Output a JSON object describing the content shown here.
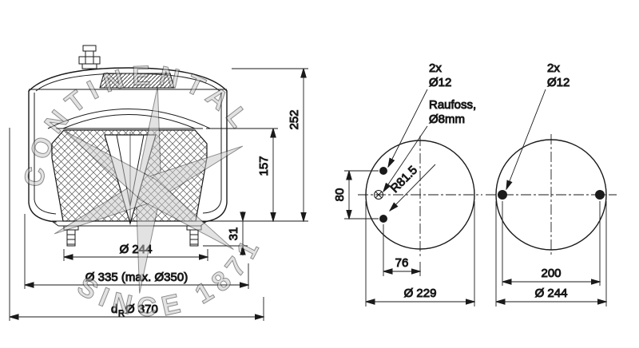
{
  "drawing": {
    "background": "#ffffff",
    "colors": {
      "line": "#1a1a1a",
      "watermark": "#c6c6c6"
    },
    "watermark": {
      "arc_top": "CONTINENTAL",
      "arc_bottom": "SINCE 1871"
    },
    "side_view": {
      "dims": {
        "total_height": "252",
        "piston_height": "157",
        "stud_length": "31",
        "plate_diameter": "Ø 244",
        "max_diameter": "Ø 335 (max. Ø350)",
        "design_diameter": {
          "prefix": "d",
          "subscript": "R",
          "value": "Ø 370"
        }
      }
    },
    "top_view_piston": {
      "labels": {
        "holes": {
          "line1": "2x",
          "line2": "Ø12"
        },
        "raufoss": {
          "line1": "Raufoss,",
          "line2": "Ø8mm"
        },
        "radius": "R81.5"
      },
      "dims": {
        "hole_spacing_vertical": "80",
        "hole_offset_horizontal": "76",
        "diameter": "Ø 229"
      }
    },
    "top_view_plate": {
      "labels": {
        "holes": {
          "line1": "2x",
          "line2": "Ø12"
        }
      },
      "dims": {
        "hole_spacing": "200",
        "diameter": "Ø 244"
      }
    }
  }
}
